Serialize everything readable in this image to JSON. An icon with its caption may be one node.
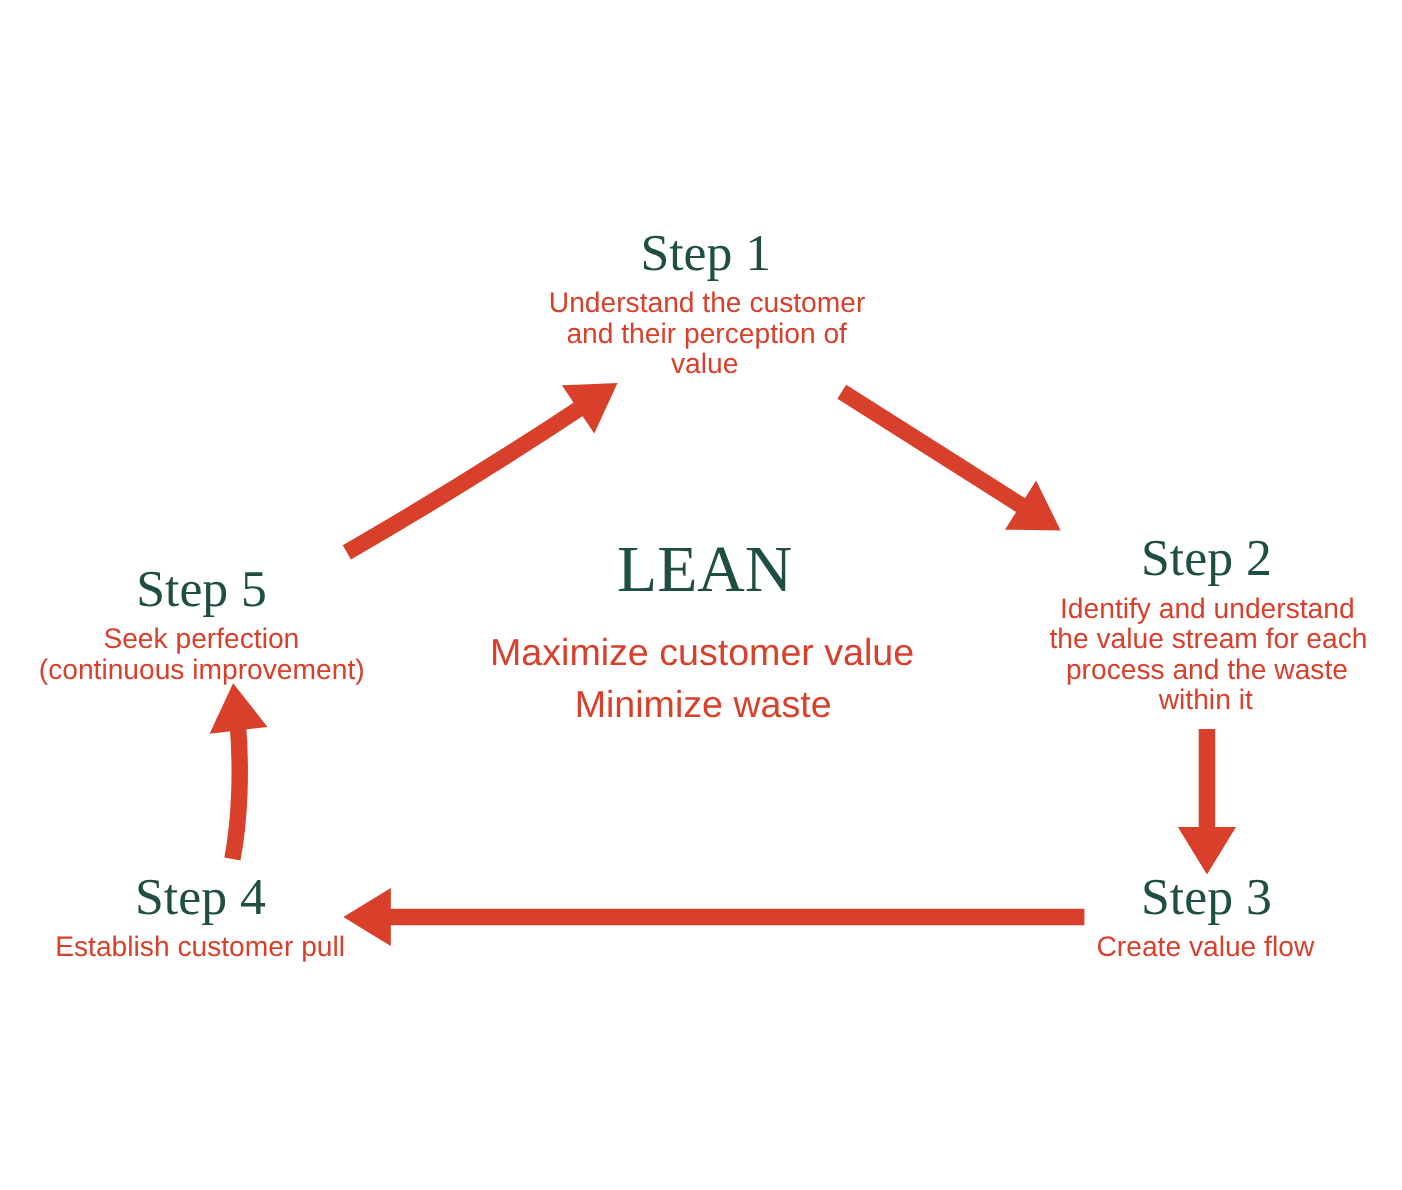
{
  "diagram": {
    "nodes": [
      {
        "text": [
          "Step 1",
          "Understand the customer and their perception of value"
        ]
      },
      {
        "text": [
          "Step 2",
          "Identify and understand the value stream for each process and the waste within it"
        ]
      },
      {
        "text": [
          "Step 3",
          "Create value flow"
        ]
      },
      {
        "text": [
          "Step 4",
          "Establish customer pull"
        ]
      },
      {
        "text": [
          "Step 5",
          "Seek perfection (continuous improvement)"
        ]
      }
    ],
    "edges": [
      {
        "from": 0,
        "to": 1,
        "arrow": "to"
      },
      {
        "from": 1,
        "to": 2,
        "arrow": "to"
      },
      {
        "from": 2,
        "to": 3,
        "arrow": "to"
      },
      {
        "from": 3,
        "to": 4,
        "arrow": "to"
      },
      {
        "from": 4,
        "to": 0,
        "arrow": "to"
      }
    ],
    "labels": [
      "LEAN",
      "Maximize customer value",
      "Minimize waste"
    ]
  }
}
